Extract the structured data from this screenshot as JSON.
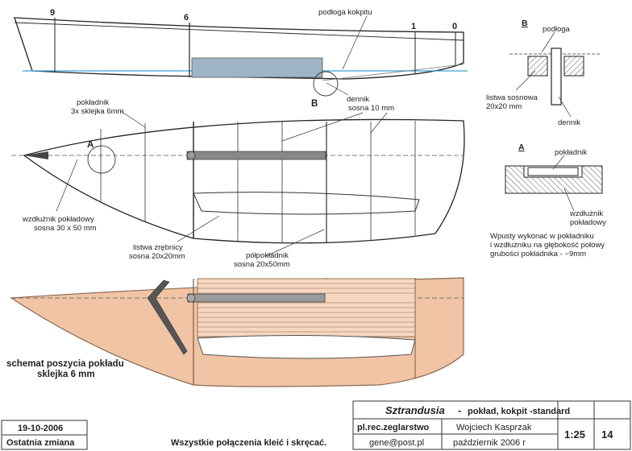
{
  "profile_view": {
    "frame_numbers": [
      "9",
      "6",
      "1",
      "0"
    ],
    "label_cockpit_floor": "podłoga kokpitu",
    "label_detail_b": "B"
  },
  "plan_view": {
    "label_detail_a": "A",
    "deck_beam": [
      "pokładnik",
      "3x sklejka 6mm"
    ],
    "floor_beam": [
      "dennik",
      "sosna 10 mm"
    ],
    "deck_stringer": [
      "wzdłużnik pokładowy",
      "sosna 30 x 50 mm"
    ],
    "clamp_batten": [
      "listwa zrębnicy",
      "sosna 20x20mm"
    ],
    "half_beam": [
      "półpokładnik",
      "sosna 20x50mm"
    ]
  },
  "detail_b": {
    "title": "B",
    "label_floor": "podłoga",
    "label_batten": [
      "listwa sosnowa",
      "20x20 mm"
    ],
    "label_floor_beam": "dennik"
  },
  "detail_a": {
    "title": "A",
    "label_deck_beam": "pokładnik",
    "label_stringer": [
      "wzdłużnik",
      "pokładowy"
    ],
    "note": [
      "Wpusty wykonać w pokładniku",
      "i wzdłużniku na głębokość połowy",
      "grubości pokładnika - ~9mm"
    ]
  },
  "plating_view": {
    "caption": [
      "schemat poszycia pokładu",
      "sklejka 6 mm"
    ]
  },
  "title_block": {
    "project_name": "Sztrandusia",
    "sheet_title": "pokład, kokpit -standard",
    "forum": "pl.rec.zeglarstwo",
    "author": "Wojciech Kasprzak",
    "email": "gene@post.pl",
    "date_made": "październik 2006 r",
    "scale": "1:25",
    "sheet_number": "14",
    "change_date": "19-10-2006",
    "change_label": "Ostatnia zmiana",
    "note": "Wszystkie połączenia kleić i skręcać."
  },
  "colors": {
    "line": "#222222",
    "waterline": "#3aa0d8",
    "cockpit_box": "#9fb4c4",
    "plywood": "#f0c4a4",
    "plywood_stroke": "#8a6a52"
  }
}
